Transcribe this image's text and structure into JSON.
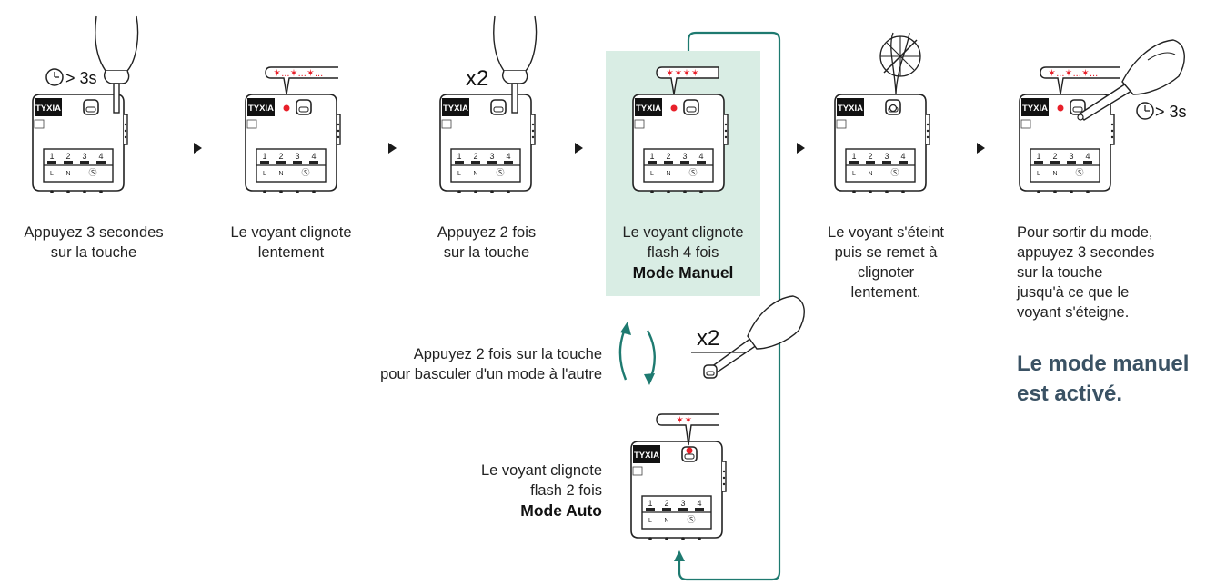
{
  "device": {
    "brand": "TYXIA",
    "terminals": [
      "1",
      "2",
      "3",
      "4"
    ],
    "terminal_marks": [
      "L",
      "N",
      "Ⓢ"
    ]
  },
  "steps": [
    {
      "press_label": "> 3s",
      "caption": [
        "Appuyez 3 secondes",
        "sur la touche"
      ]
    },
    {
      "led_pattern": "✶...✶...✶...",
      "caption": [
        "Le voyant clignote",
        "lentement"
      ]
    },
    {
      "press_label": "x2",
      "caption": [
        "Appuyez 2 fois",
        "sur la touche"
      ]
    },
    {
      "led_pattern": "✶✶✶✶",
      "caption": [
        "Le voyant clignote",
        "flash 4 fois"
      ],
      "mode": "Mode Manuel"
    },
    {
      "caption": [
        "Le voyant s'éteint",
        "puis se remet à",
        "clignoter",
        "lentement."
      ]
    },
    {
      "led_pattern": "✶...✶...✶...",
      "press_label": "> 3s",
      "caption": [
        "Pour sortir du mode,",
        "appuyez 3 secondes",
        "sur la touche",
        "jusqu'à ce que le",
        "voyant s'éteigne."
      ]
    }
  ],
  "toggle": {
    "press_label": "x2",
    "caption": [
      "Appuyez 2 fois sur la touche",
      "pour basculer d'un mode à l'autre"
    ]
  },
  "auto": {
    "led_pattern": "✶✶",
    "caption": [
      "Le voyant clignote",
      "flash 2 fois"
    ],
    "mode": "Mode Auto"
  },
  "result": [
    "Le mode manuel",
    "est activé."
  ],
  "colors": {
    "highlight": "#d9ede4",
    "loop_line": "#1e7a70",
    "led": "#e8202a",
    "result_text": "#3a5264"
  }
}
